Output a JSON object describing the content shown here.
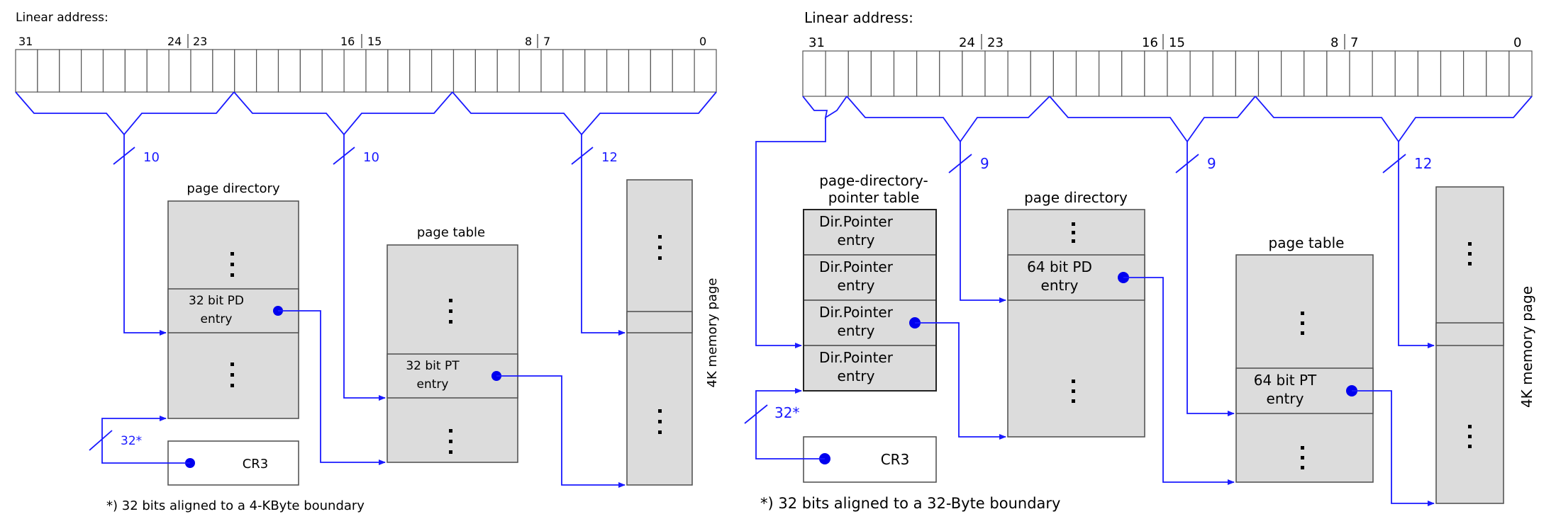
{
  "left": {
    "linear_address_label": "Linear address:",
    "bit_labels": {
      "b31": "31",
      "b24": "24",
      "b23": "23",
      "b16": "16",
      "b15": "15",
      "b8": "8",
      "b7": "7",
      "b0": "0"
    },
    "field_widths": [
      "10",
      "10",
      "12"
    ],
    "page_directory_title": "page directory",
    "pd_entry": [
      "32 bit PD",
      "entry"
    ],
    "page_table_title": "page table",
    "pt_entry": [
      "32 bit PT",
      "entry"
    ],
    "memory_page_label": "4K memory page",
    "cr3_label": "CR3",
    "cr3_width": "32*",
    "footnote": "*) 32 bits aligned to a 4-KByte boundary"
  },
  "right": {
    "linear_address_label": "Linear address:",
    "bit_labels": {
      "b31": "31",
      "b24": "24",
      "b23": "23",
      "b16": "16",
      "b15": "15",
      "b8": "8",
      "b7": "7",
      "b0": "0"
    },
    "field_widths": [
      "9",
      "9",
      "12"
    ],
    "pdpt_title": [
      "page-directory-",
      "pointer table"
    ],
    "pdpt_entries": [
      [
        "Dir.Pointer",
        "entry"
      ],
      [
        "Dir.Pointer",
        "entry"
      ],
      [
        "Dir.Pointer",
        "entry"
      ],
      [
        "Dir.Pointer",
        "entry"
      ]
    ],
    "page_directory_title": "page directory",
    "pd_entry": [
      "64 bit PD",
      "entry"
    ],
    "page_table_title": "page table",
    "pt_entry": [
      "64 bit PT",
      "entry"
    ],
    "memory_page_label": "4K memory page",
    "cr3_label": "CR3",
    "cr3_width": "32*",
    "footnote": "*) 32 bits aligned to a 32-Byte boundary"
  },
  "colors": {
    "wire": "#1a1aff",
    "dot": "#0000ee",
    "box_fill": "#dcdcdc",
    "box_stroke": "#555555"
  }
}
